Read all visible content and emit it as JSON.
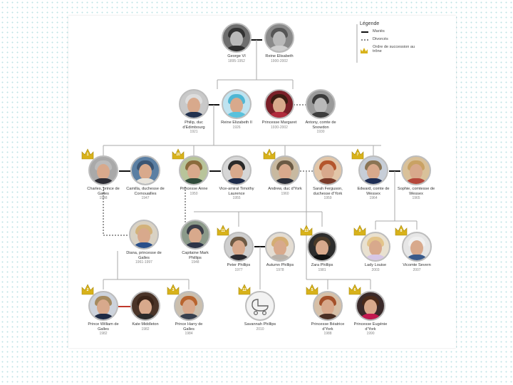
{
  "legend": {
    "title": "Légende",
    "marriage": "Mariés",
    "divorce": "Divorcés",
    "succession": "Ordre de succession au trône"
  },
  "colors": {
    "marriage_line": "#111111",
    "divorce_line": "#9a9a9a",
    "current_couple_line": "#c0392b",
    "crown": "#d8b21a"
  },
  "people": {
    "george_vi": {
      "name": "George VI",
      "years": "1895-1952"
    },
    "reine_elizabeth": {
      "name": "Reine Elisabeth",
      "years": "1900-2002"
    },
    "philip": {
      "name": "Philip, duc d'Edimbourg",
      "years": "1921"
    },
    "elizabeth_ii": {
      "name": "Reine Elizabeth II",
      "years": "1926"
    },
    "margaret": {
      "name": "Princesse Margaret",
      "years": "1930-2002"
    },
    "antony": {
      "name": "Antony, comte de Snowdon",
      "years": "1930"
    },
    "charles": {
      "name": "Charles, prince de Galles",
      "years": "1948",
      "rank": "1"
    },
    "camilla": {
      "name": "Camilla, duchesse de Cornouailles",
      "years": "1947"
    },
    "anne": {
      "name": "Princesse Anne",
      "years": "1950",
      "rank": "10"
    },
    "timothy": {
      "name": "Vice-amiral Timothy Laurence",
      "years": "1955"
    },
    "andrew": {
      "name": "Andrew, duc d'York",
      "years": "1960",
      "rank": "4"
    },
    "sarah": {
      "name": "Sarah Ferguson, duchesse d'York",
      "years": "1959"
    },
    "edward": {
      "name": "Edward, comte de Wessex",
      "years": "1964",
      "rank": "7"
    },
    "sophie": {
      "name": "Sophie, comtesse de Wessex",
      "years": "1965"
    },
    "diana": {
      "name": "Diana, princesse de Galles",
      "years": "1961-1997"
    },
    "mark": {
      "name": "Capitaine Mark Phillips",
      "years": "1948"
    },
    "peter": {
      "name": "Peter Phillips",
      "years": "1977",
      "rank": "11"
    },
    "autumn": {
      "name": "Autumn Phillips",
      "years": "1978"
    },
    "zara": {
      "name": "Zara Phillips",
      "years": "1981",
      "rank": "13"
    },
    "louise": {
      "name": "Lady Louise",
      "years": "2003",
      "rank": "9"
    },
    "james": {
      "name": "Vicomte Severn",
      "years": "2007",
      "rank": "8"
    },
    "william": {
      "name": "Prince William de Galles",
      "years": "1982",
      "rank": "2"
    },
    "kate": {
      "name": "Kate Middleton",
      "years": "1982"
    },
    "harry": {
      "name": "Prince Harry de Galles",
      "years": "1984",
      "rank": "3"
    },
    "savannah": {
      "name": "Savannah Phillips",
      "years": "2010",
      "rank": "12"
    },
    "beatrice": {
      "name": "Princesse Béatrice d'York",
      "years": "1988",
      "rank": "5"
    },
    "eugenie": {
      "name": "Princesse Eugénie d'York",
      "years": "1990",
      "rank": "6"
    }
  }
}
